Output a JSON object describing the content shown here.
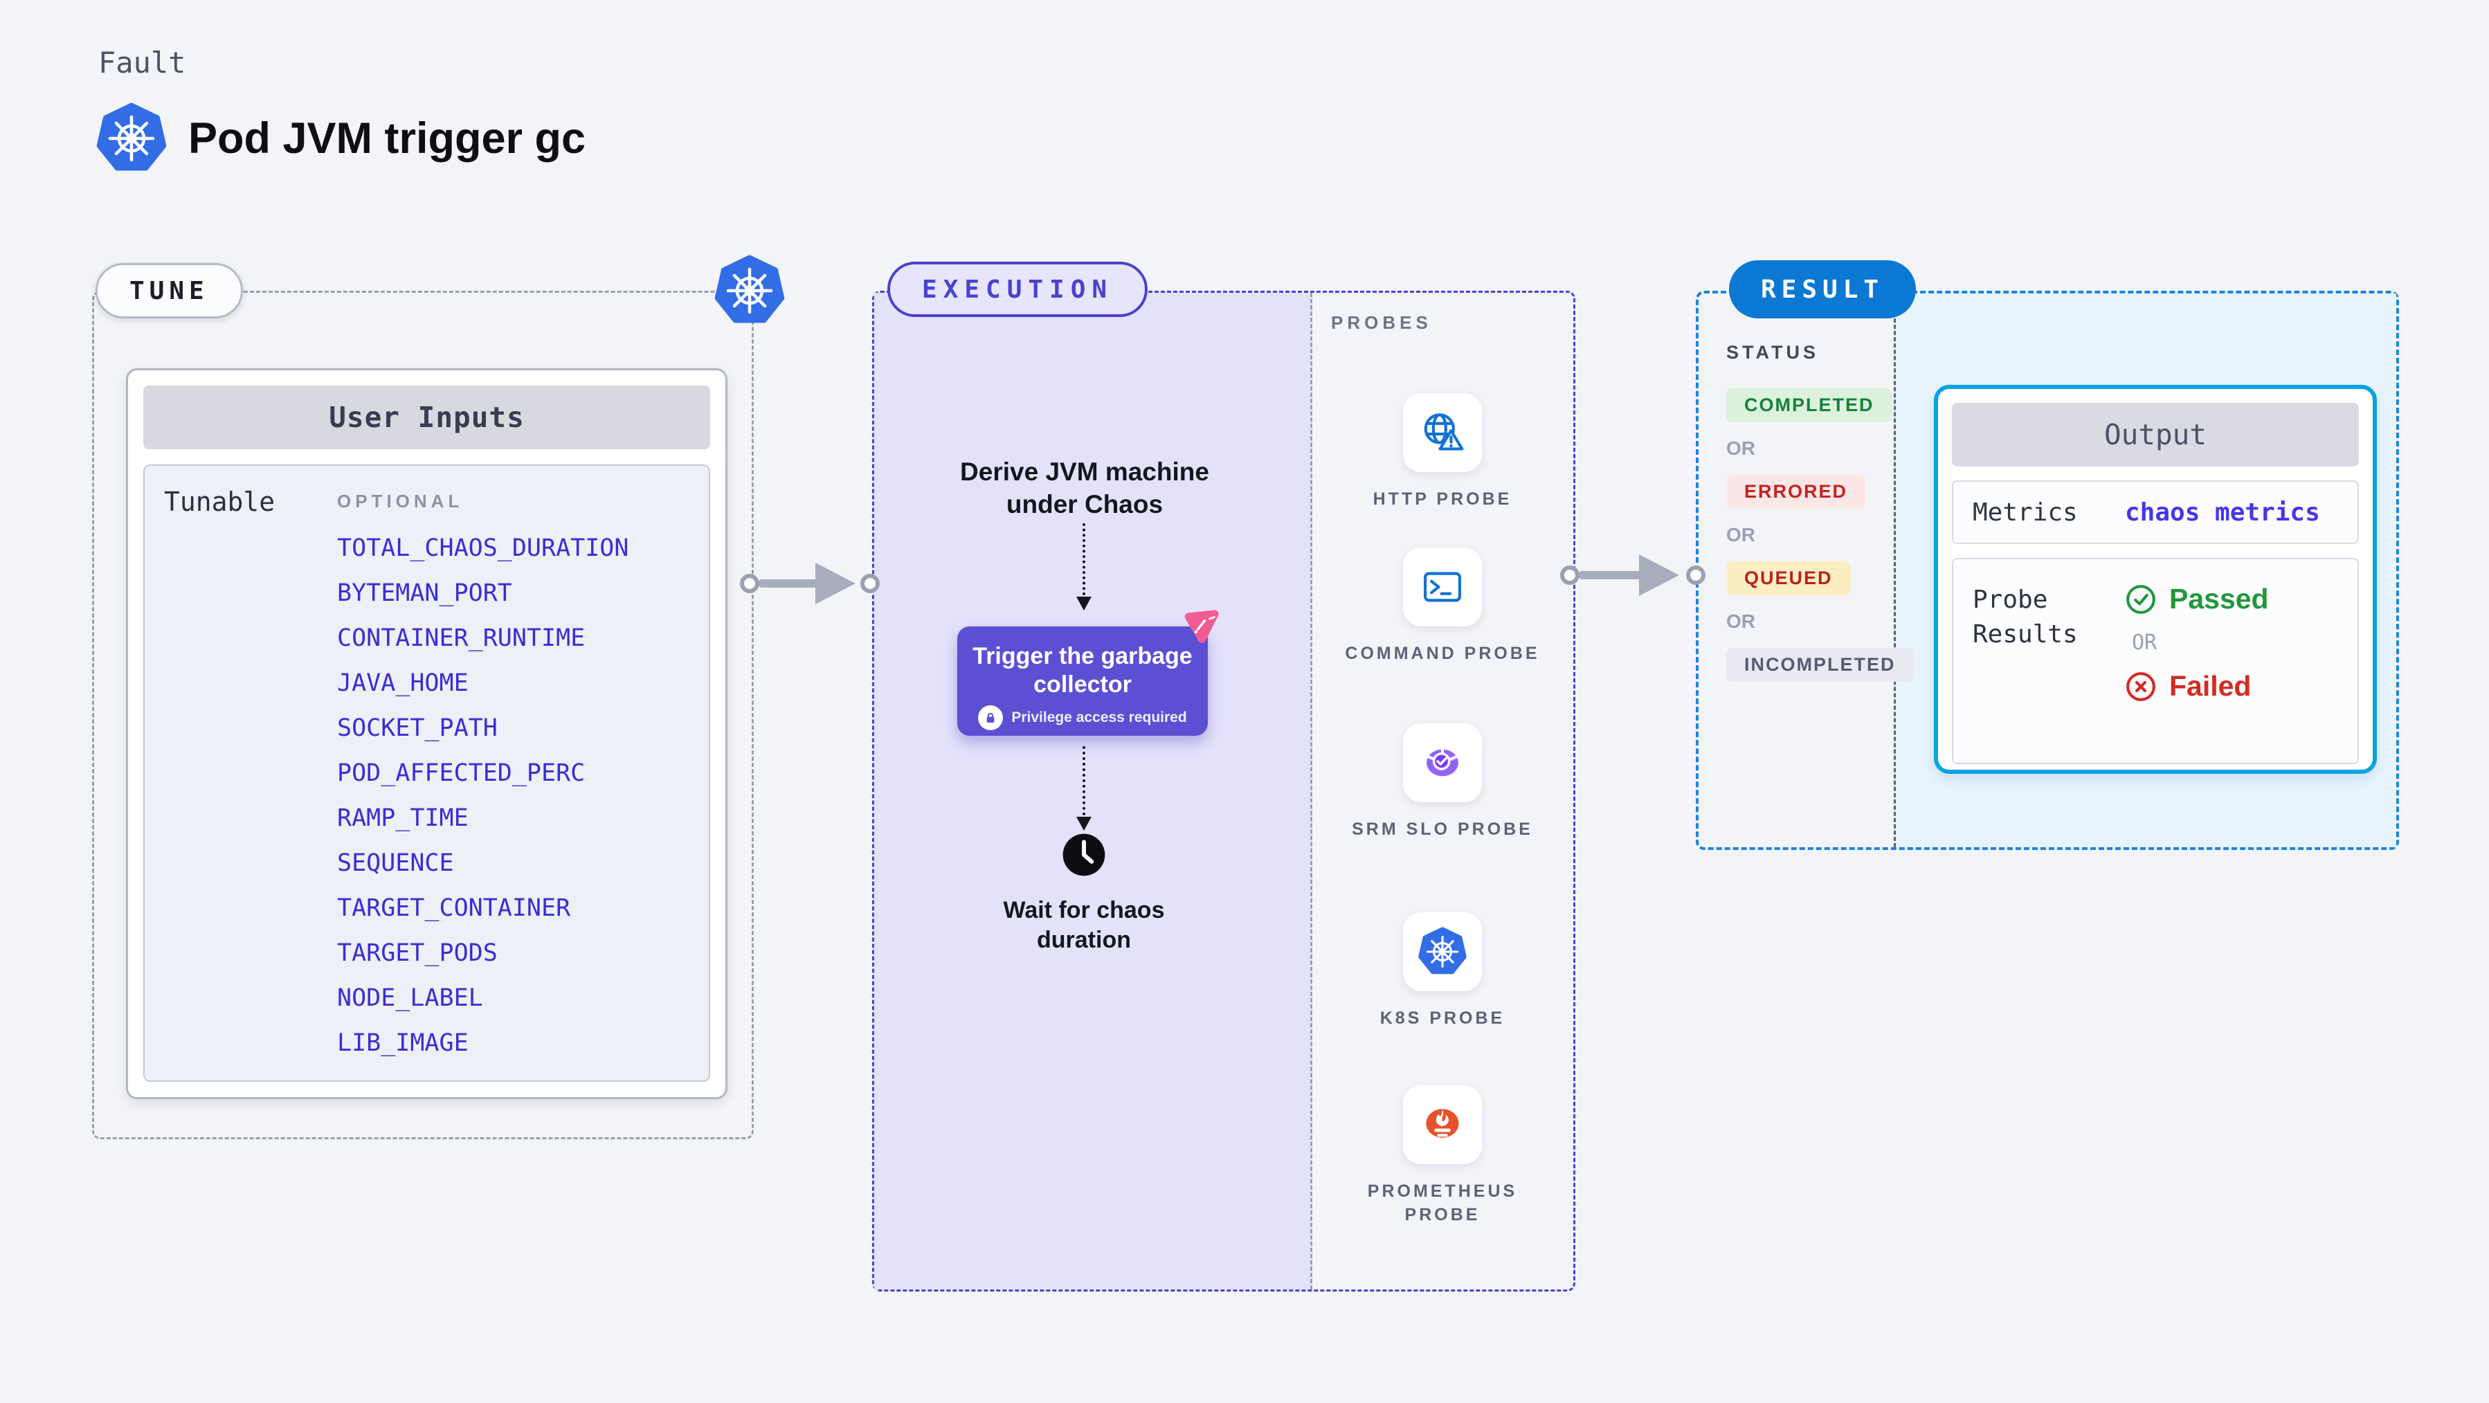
{
  "header": {
    "eyebrow": "Fault",
    "title": "Pod JVM trigger gc"
  },
  "tune": {
    "label": "TUNE",
    "panel_title": "User Inputs",
    "row_label": "Tunable",
    "column_label": "OPTIONAL",
    "params": [
      "TOTAL_CHAOS_DURATION",
      "BYTEMAN_PORT",
      "CONTAINER_RUNTIME",
      "JAVA_HOME",
      "SOCKET_PATH",
      "POD_AFFECTED_PERC",
      "RAMP_TIME",
      "SEQUENCE",
      "TARGET_CONTAINER",
      "TARGET_PODS",
      "NODE_LABEL",
      "LIB_IMAGE"
    ]
  },
  "execution": {
    "label": "EXECUTION",
    "step_derive": "Derive JVM machine under Chaos",
    "action_title": "Trigger the garbage collector",
    "action_badge": "Privilege access required",
    "step_wait": "Wait for chaos duration"
  },
  "probes": {
    "label": "PROBES",
    "items": [
      {
        "name": "HTTP PROBE",
        "icon": "http-probe-icon",
        "symbol": "sym-http"
      },
      {
        "name": "COMMAND PROBE",
        "icon": "command-probe-icon",
        "symbol": "sym-cmd"
      },
      {
        "name": "SRM SLO PROBE",
        "icon": "srm-slo-probe-icon",
        "symbol": "sym-gauge"
      },
      {
        "name": "K8S PROBE",
        "icon": "k8s-probe-icon",
        "symbol": "sym-k8s"
      },
      {
        "name": "PROMETHEUS PROBE",
        "icon": "prometheus-probe-icon",
        "symbol": "sym-prom"
      }
    ]
  },
  "result": {
    "label": "RESULT",
    "status_label": "STATUS",
    "or_label": "OR",
    "statuses": [
      {
        "text": "COMPLETED",
        "fg": "#17813a",
        "bg": "#dcf1de"
      },
      {
        "text": "ERRORED",
        "fg": "#c42222",
        "bg": "#fbe7e7"
      },
      {
        "text": "QUEUED",
        "fg": "#b92121",
        "bg": "#fbeec3"
      },
      {
        "text": "INCOMPLETED",
        "fg": "#555b70",
        "bg": "#e9e9f1"
      }
    ],
    "output": {
      "title": "Output",
      "metrics_label": "Metrics",
      "metrics_value": "chaos metrics",
      "probe_results_label": "Probe Results",
      "passed": "Passed",
      "or_label": "OR",
      "failed": "Failed"
    }
  },
  "colors": {
    "page_bg": "#f3f4f8",
    "tune_dash": "#9aa1ad",
    "execution_accent": "#4a42cb",
    "execution_fill": "#e4e2fb",
    "trigger_button": "#5b4fd4",
    "param_link": "#392ed4",
    "result_pill": "#0b79d4",
    "result_dash": "#1c85dc",
    "result_fill": "#e7f4fc",
    "output_border": "#0aa3e2",
    "passed_green": "#22973c",
    "failed_red": "#d42a22",
    "kubernetes_blue": "#326de6",
    "prometheus_orange": "#e6522c",
    "litmus_pink": "#f25c92"
  }
}
